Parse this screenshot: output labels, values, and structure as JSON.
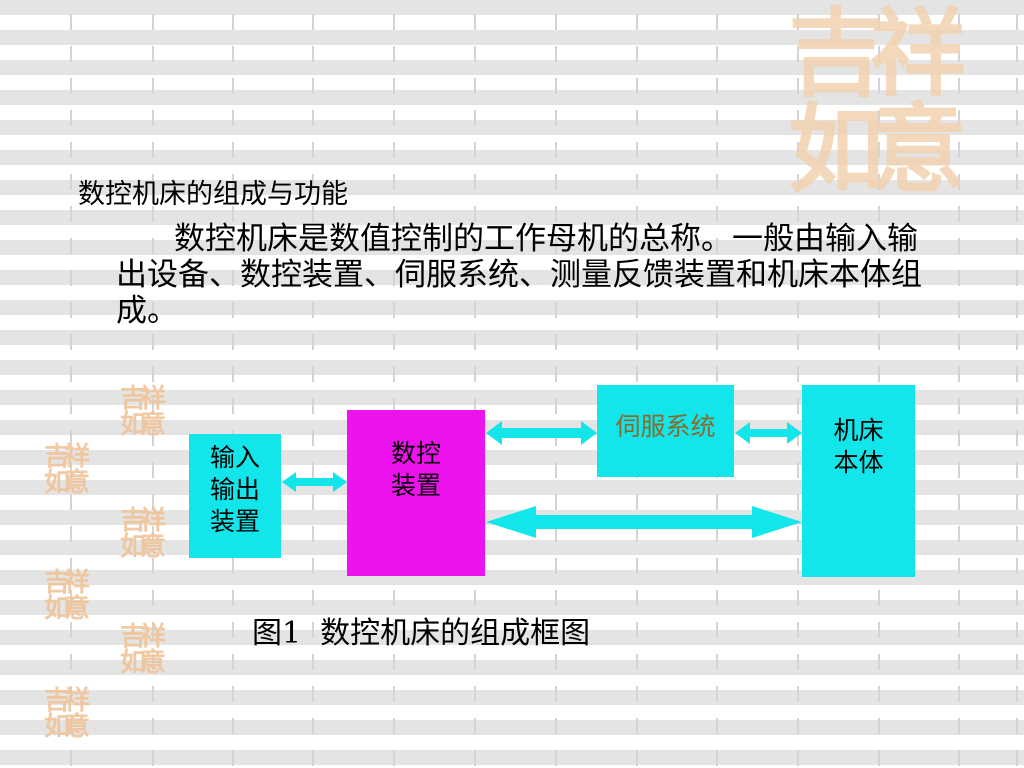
{
  "decoration": {
    "seal_big": "吉祥如意",
    "seal_small": "吉祥如意"
  },
  "heading": "数控机床的组成与功能",
  "paragraph": "数控机床是数值控制的工作母机的总称。一般由输入输出设备、数控装置、伺服系统、测量反馈装置和机床本体组成。",
  "diagram": {
    "io_box": "输入\n输出\n装置",
    "cnc_box": "数控\n装置",
    "servo_box": "伺服系统",
    "machine_box": "机床\n本体"
  },
  "caption": "图1  数控机床的组成框图",
  "colors": {
    "cyan": "#13e6ea",
    "magenta": "#ee12ee",
    "servo_text": "#8a6a2a"
  }
}
